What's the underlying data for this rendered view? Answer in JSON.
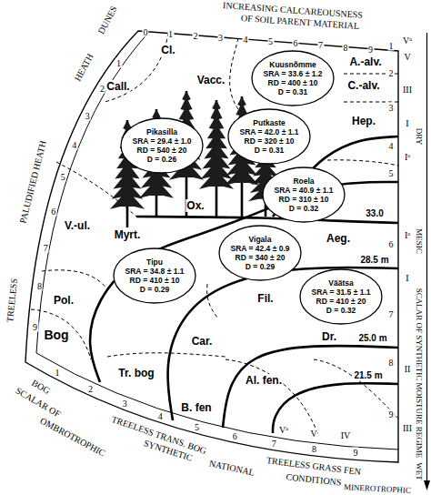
{
  "diagram": {
    "nodes": [
      {
        "text": [
          "Kuusnõmme",
          "SRA = 33.6 ± 1.2",
          "RD = 400 ± 10",
          "D = 0.31"
        ]
      },
      {
        "text": [
          "Pikasilla",
          "SRA = 29.4 ± 1.0",
          "RD = 540 ± 20",
          "D = 0.26"
        ]
      },
      {
        "text": [
          "Putkaste",
          "SRA = 42.0 ± 1.1",
          "RD = 320 ± 10",
          "D = 0.31"
        ]
      },
      {
        "text": [
          "Roela",
          "SRA = 40.9 ± 1.1",
          "RD = 310 ± 10",
          "D = 0.32"
        ]
      },
      {
        "text": [
          "Vigala",
          "SRA = 42.4 ± 0.9",
          "RD = 340 ± 20",
          "D = 0.29"
        ]
      },
      {
        "text": [
          "Tipu",
          "SRA = 34.8 ± 1.1",
          "RD = 410 ± 10",
          "D = 0.29"
        ]
      },
      {
        "text": [
          "Väätsa",
          "SRA = 31.5 ± 1.1",
          "RD = 410 ± 20",
          "D = 0.32"
        ]
      }
    ],
    "labels": [
      "DUNES",
      "INCREASING CALCAREOUSNESS",
      "OF SOIL PARENT MATERIAL",
      "0",
      "1",
      "2",
      "3",
      "4",
      "5",
      "6",
      "7",
      "8",
      "9",
      "HEATH",
      "PALUDIFIED HEATH",
      "TREELESS",
      "1",
      "2",
      "3",
      "4",
      "5",
      "6",
      "7",
      "8",
      "9",
      "BOG",
      "TREELESS TRANS. BOG",
      "TREELESS GRASS FEN",
      "SCALAR OF",
      "SYNTHETIC",
      "NATIONAL",
      "CONDITIONS",
      "OMBROTROPHIC",
      "MINEROTROPHIC",
      "1",
      "2",
      "3",
      "4",
      "5",
      "6",
      "7",
      "8",
      "9",
      "Vᵃ",
      "V",
      "IV",
      "1",
      "2",
      "3",
      "4",
      "5",
      "6",
      "7",
      "8",
      "9",
      "Vᵃ",
      "V",
      "III",
      "I",
      "Iᵃ",
      "Iᵃ",
      "I",
      "II",
      "III",
      "33.0",
      "28.5 m",
      "25.0 m",
      "21.5 m",
      "DRY",
      "MESIC",
      "WET",
      "SCALAR OF SYNTHETIC MOISTURE REGIME",
      "Cl.",
      "Call.",
      "Vacc.",
      "A.-alv.",
      "C.-alv.",
      "Hep.",
      "V.-ul.",
      "Ox.",
      "Aeg.",
      "Myrt.",
      "Fil.",
      "Pol.",
      "Dr.",
      "Bog",
      "Car.",
      "Tr. bog",
      "Al. fen.",
      "B. fen"
    ]
  }
}
